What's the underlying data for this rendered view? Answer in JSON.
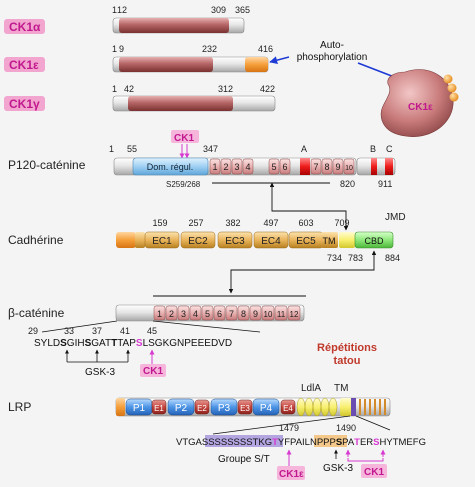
{
  "colors": {
    "pink_label": "#f2a5cf",
    "magenta": "#d63ad0",
    "pink_box_bg": "#f6b6dc",
    "dark_red_fill": "#b56565",
    "domain_blue": "#9fd0f3",
    "repeat_pink": "#e9b1b1",
    "ec_orange": "#e9b45b",
    "cbd_green": "#8ee77a",
    "tm_yellow": "#f8f070",
    "red_block": "#ee1c1c",
    "p_blue": "#4e95e6",
    "e_red": "#c6463e",
    "st_purple": "#8a7bc2",
    "blue_arrow": "#1f3bd6"
  },
  "ck1": {
    "alpha": {
      "label": "CK1α",
      "nums": [
        "1",
        "12",
        "309",
        "365"
      ]
    },
    "epsilon": {
      "label": "CK1ε",
      "nums": [
        "1",
        "9",
        "232",
        "416"
      ]
    },
    "gamma": {
      "label": "CK1γ",
      "nums": [
        "1",
        "42",
        "312",
        "422"
      ]
    },
    "autophos": [
      "Auto-",
      "phosphorylation"
    ],
    "blob_label": "CK1ε"
  },
  "p120": {
    "label": "P120-caténine",
    "ck1_tag": "CK1",
    "start": "1",
    "num_55": "55",
    "num_347": "347",
    "domain": "Dom. régul.",
    "repeats": [
      "1",
      "2",
      "3",
      "4",
      "5",
      "6",
      "7",
      "8",
      "9",
      "10"
    ],
    "site_a": "A",
    "site_b": "B",
    "site_c": "C",
    "s_sites": "S259/268",
    "num_820": "820",
    "num_911": "911"
  },
  "cadherin": {
    "label": "Cadhérine",
    "top_nums": [
      "159",
      "257",
      "382",
      "497",
      "603",
      "709"
    ],
    "ec": [
      "EC1",
      "EC2",
      "EC3",
      "EC4",
      "EC5"
    ],
    "tm": "TM",
    "cbd": "CBD",
    "jmd": "JMD",
    "num_734": "734",
    "num_783": "783",
    "num_884": "884"
  },
  "beta": {
    "label": "β-caténine",
    "repeats": [
      "1",
      "2",
      "3",
      "4",
      "5",
      "6",
      "7",
      "8",
      "9",
      "10",
      "11",
      "12"
    ],
    "pos": [
      "29",
      "33",
      "37",
      "41",
      "45"
    ],
    "seq_parts": [
      "SYLD",
      "S",
      "GIH",
      "S",
      "GAT",
      "T",
      "TAP",
      "S",
      "LSGKGNPEEEDVD"
    ],
    "gsk3": "GSK-3",
    "ck1": "CK1"
  },
  "repetitions": [
    "Répétitions",
    "tatou"
  ],
  "lrp": {
    "label": "LRP",
    "ldla": "LdlA",
    "tm": "TM",
    "p": [
      "P1",
      "P2",
      "P3",
      "P4"
    ],
    "e": [
      "E1",
      "E2",
      "E3",
      "E4"
    ],
    "num_1479": "1479",
    "num_1490": "1490",
    "seq_parts": [
      "VTGA",
      "SSSSSSSSTKG",
      "T",
      "YFPAILN",
      "PPP",
      "S",
      "P",
      "A",
      "T",
      "ER",
      "S",
      "HYTMEFG"
    ],
    "groupe": "Groupe S/T",
    "ck1e": "CK1ε",
    "gsk3": "GSK-3",
    "ck1": "CK1"
  }
}
